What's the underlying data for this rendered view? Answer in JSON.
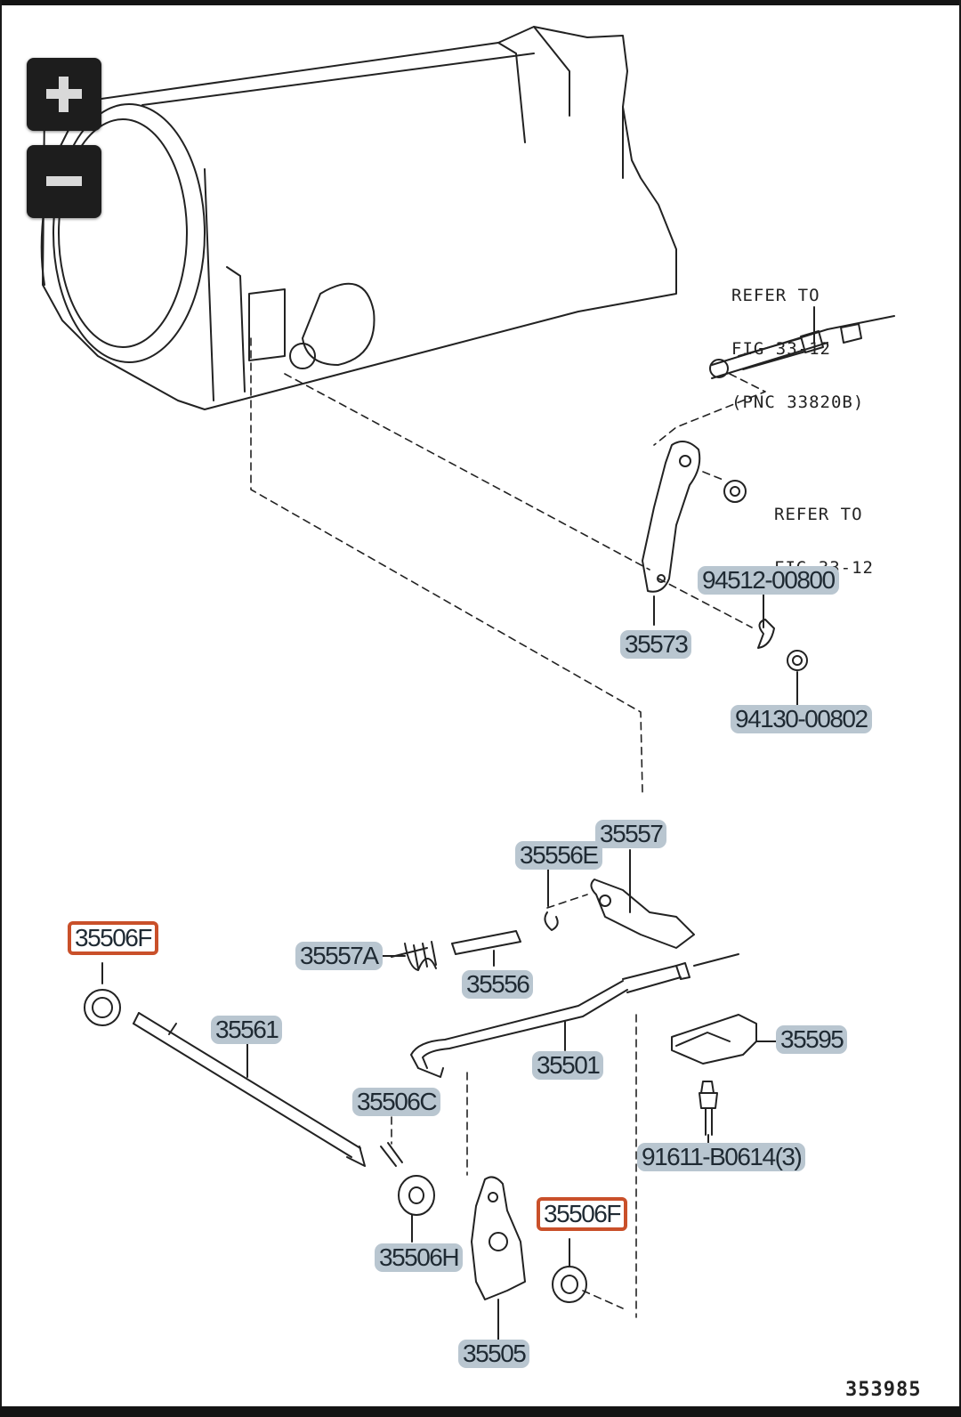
{
  "controls": {
    "zoom_in_icon": "plus-icon",
    "zoom_out_icon": "minus-icon"
  },
  "references": {
    "ref_cable": [
      "REFER TO",
      "FIG 33-12",
      "(PNC 33820B)"
    ],
    "ref_nut": [
      "REFER TO",
      "FIG 33-12"
    ]
  },
  "labels": {
    "l94512": "94512-00800",
    "l35573": "35573",
    "l94130": "94130-00802",
    "l35557": "35557",
    "l35556E": "35556E",
    "l35506F_left": "35506F",
    "l35557A": "35557A",
    "l35556": "35556",
    "l35561": "35561",
    "l35501": "35501",
    "l35595": "35595",
    "l35506C": "35506C",
    "l91611": "91611-B0614(3)",
    "l35506F_right": "35506F",
    "l35506H": "35506H",
    "l35505": "35505"
  },
  "figure_number": "353985",
  "colors": {
    "label_bg": "#b9c6d0",
    "highlight": "#c9502a",
    "line": "#222222"
  }
}
